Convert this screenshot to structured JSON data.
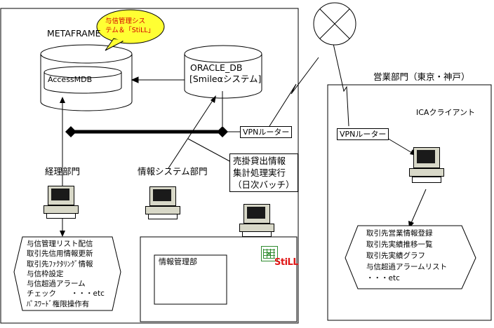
{
  "left_site": {
    "metaframe_label": "METAFRAME",
    "callout": "与信管理シス\nテム＆「StiLL」",
    "accessmdb_label": "AccessMDB",
    "oracle_label_line1": "ORACLE_DB",
    "oracle_label_line2": "[Smileαシステム]",
    "vpn_router_label": "VPNルーター",
    "accounting_dept_label": "経理部門",
    "info_sys_dept_label": "情報システム部門",
    "batch_note": "売掛貸出情報\n集計処理実行\n（日次バッチ）",
    "accounting_tasks": "与信管理リスト配信\n取引先信用情報更新\n取引先ﾌｧｸﾀﾘﾝｸﾞ情報\n与信枠設定\n与信超過アラーム\nチェック　　・・・etc\nﾊﾟｽﾜｰﾄﾞ権限操作有",
    "info_mgmt_label": "情報管理部",
    "still_logo": "StiLL"
  },
  "right_site": {
    "sales_dept_label": "営業部門（東京・神戸）",
    "ica_client_label": "ICAクライアント",
    "vpn_router_label": "VPNルーター",
    "sales_tasks": "取引先営業情報登録\n取引先実績推移一覧\n取引先実績グラフ\n与信超過アラームリスト\n・・・etc"
  },
  "colors": {
    "callout_fill": "#ffff33",
    "callout_text": "#d40000",
    "still_red": "#e01818",
    "still_green": "#2e8b2e"
  },
  "icons": [
    "database-icon",
    "desktop-computer-icon",
    "internet-cloud-icon",
    "excel-sheet-icon"
  ]
}
